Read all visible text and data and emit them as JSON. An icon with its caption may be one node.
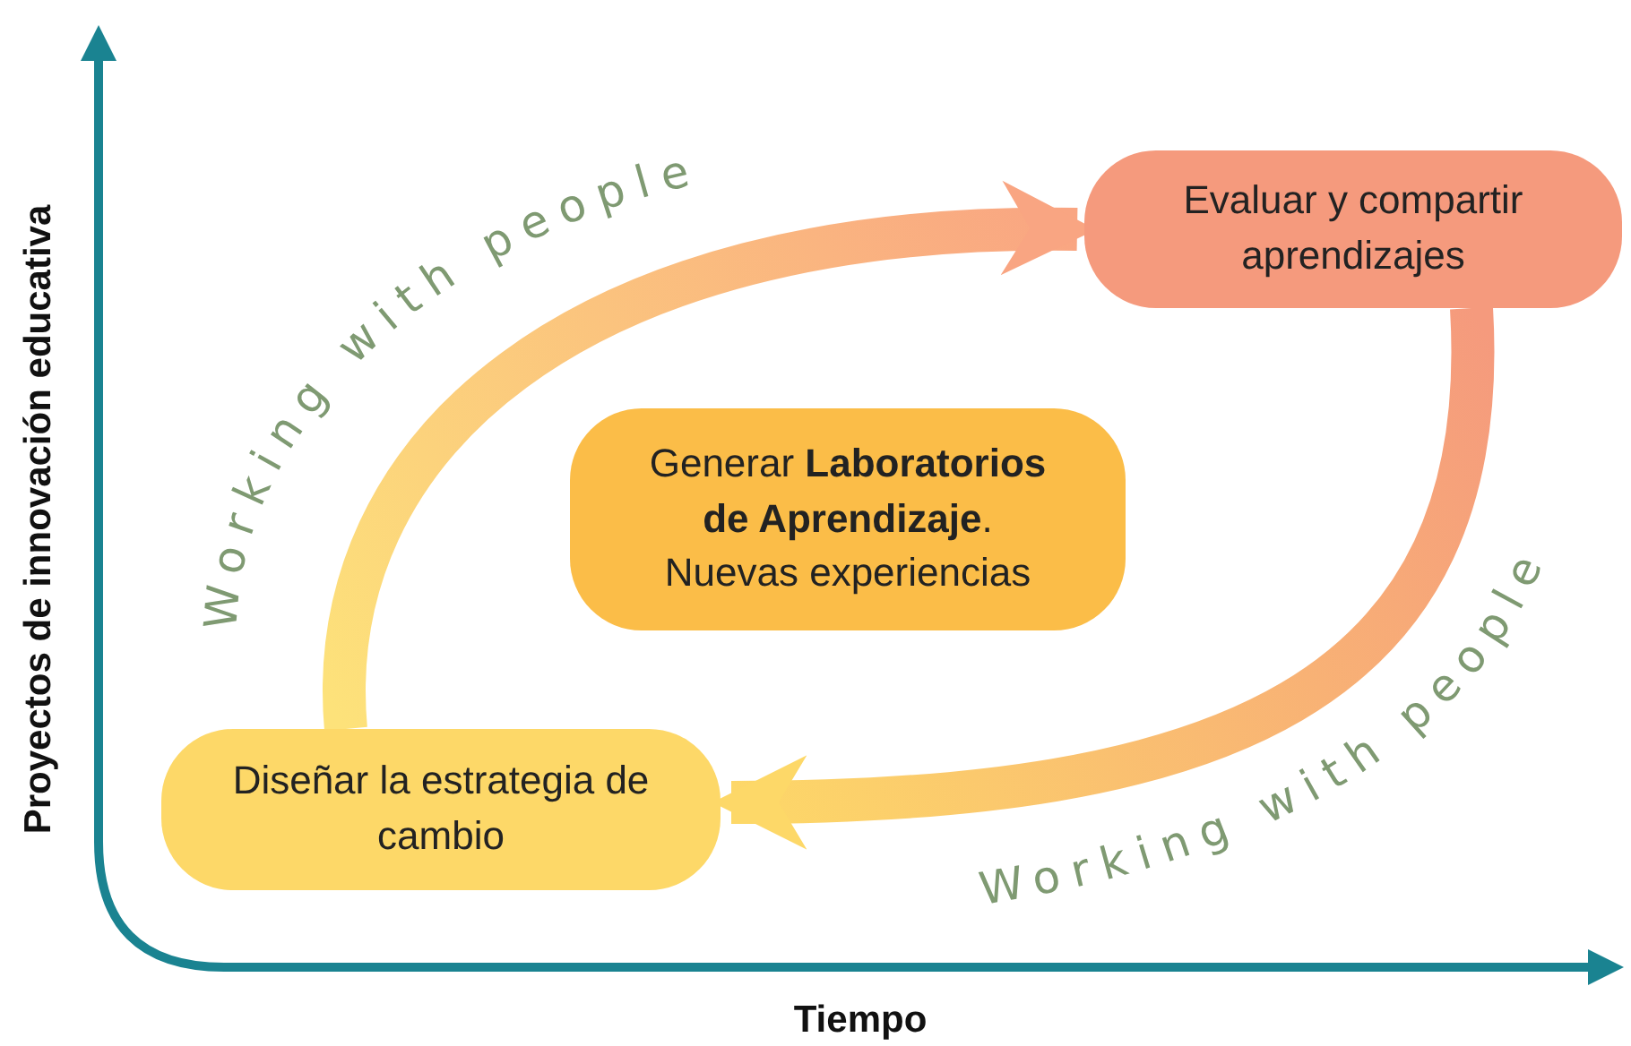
{
  "diagram": {
    "nodes": [
      {
        "text": [
          "Evaluar y compartir aprendizajes"
        ]
      },
      {
        "text": [
          "Generar **Laboratorios de Aprendizaje**. Nuevas experiencias"
        ]
      },
      {
        "text": [
          "Diseñar la estrategia de cambio"
        ]
      }
    ],
    "edges": [
      {
        "from": 2,
        "to": 0,
        "arrow": "to",
        "label": "Working with people",
        "style": "thick"
      },
      {
        "from": 0,
        "to": 2,
        "arrow": "to",
        "label": "Working with people",
        "style": "thick"
      }
    ],
    "labels": [
      "Proyectos de innovación educativa",
      "Tiempo"
    ]
  }
}
